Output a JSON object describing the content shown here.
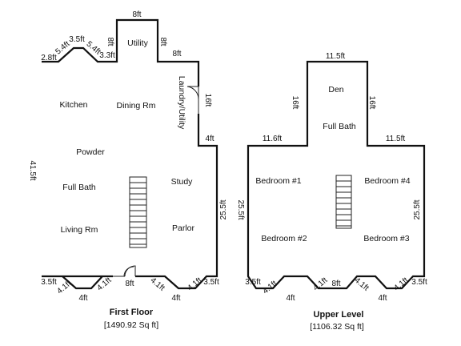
{
  "first_floor": {
    "title": "First Floor",
    "area": "[1490.92 Sq ft]",
    "rooms": {
      "utility": "Utility",
      "kitchen": "Kitchen",
      "dining": "Dining Rm",
      "laundry": "Laundry/Utility",
      "powder": "Powder",
      "full_bath": "Full Bath",
      "study": "Study",
      "living": "Living Rm",
      "parlor": "Parlor"
    },
    "dims": {
      "utility_top": "8ft",
      "utility_left": "8ft",
      "utility_right": "8ft",
      "right_jog": "8ft",
      "laundry_wall": "16ft",
      "step": "4ft",
      "right_side": "25.5ft",
      "left_side": "41.5ft",
      "nw_a": "2.8ft",
      "nw_b": "5.4ft",
      "nw_c": "3.5ft",
      "nw_d": "5.4ft",
      "nw_e": "3.3ft",
      "sw_a": "3.5ft",
      "sw_b": "4.1ft",
      "bot_l": "4ft",
      "sw_c": "4.1ft",
      "bot_mid": "8ft",
      "se_c": "4.1ft",
      "bot_r": "4ft",
      "se_b": "4.1ft",
      "se_a": "3.5ft"
    }
  },
  "upper_level": {
    "title": "Upper Level",
    "area": "[1106.32 Sq ft]",
    "rooms": {
      "den": "Den",
      "full_bath": "Full Bath",
      "bed1": "Bedroom #1",
      "bed4": "Bedroom #4",
      "bed2": "Bedroom #2",
      "bed3": "Bedroom #3"
    },
    "dims": {
      "top": "11.5ft",
      "left_tower": "16ft",
      "right_tower": "16ft",
      "left_wing": "11.6ft",
      "right_wing": "11.5ft",
      "left_side": "25.5ft",
      "right_side": "25.5ft",
      "sw_a": "3.5ft",
      "sw_b": "4.1ft",
      "bot_l": "4ft",
      "mid_a": "4.1ft",
      "mid": "8ft",
      "mid_b": "4.1ft",
      "bot_r": "4ft",
      "se_b": "4.1ft",
      "se_a": "3.5ft"
    }
  }
}
